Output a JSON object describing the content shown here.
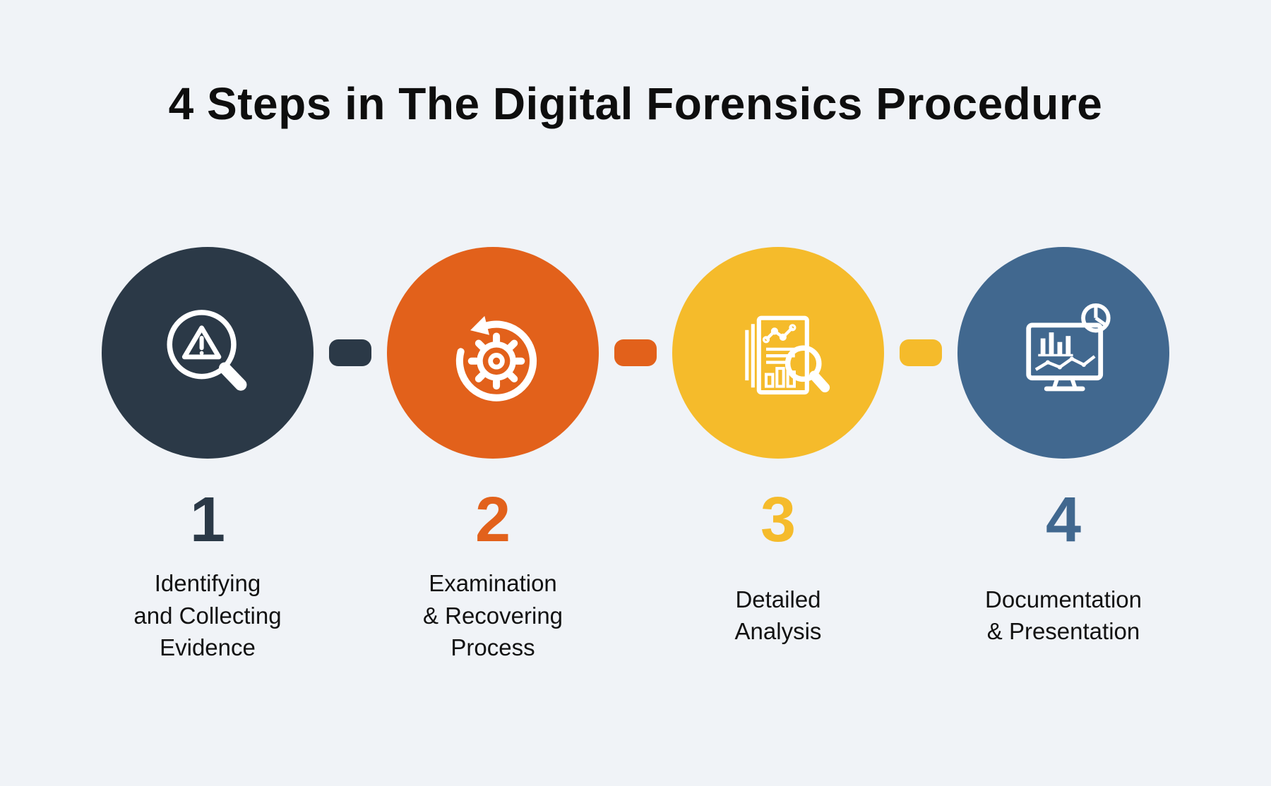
{
  "title": "4 Steps in The Digital Forensics Procedure",
  "steps": [
    {
      "number": "1",
      "label": "Identifying\nand Collecting\nEvidence",
      "color": "#2b3947",
      "icon": "magnifier-warning-icon"
    },
    {
      "number": "2",
      "label": "Examination\n& Recovering\nProcess",
      "color": "#e2611b",
      "icon": "gear-recovery-icon"
    },
    {
      "number": "3",
      "label": "Detailed\nAnalysis",
      "color": "#f5bb2b",
      "icon": "report-magnifier-icon"
    },
    {
      "number": "4",
      "label": "Documentation\n& Presentation",
      "color": "#41688f",
      "icon": "dashboard-monitor-icon"
    }
  ],
  "colors": {
    "background": "#f0f3f7",
    "text": "#121212",
    "step1": "#2b3947",
    "step2": "#e2611b",
    "step3": "#f5bb2b",
    "step4": "#41688f"
  }
}
